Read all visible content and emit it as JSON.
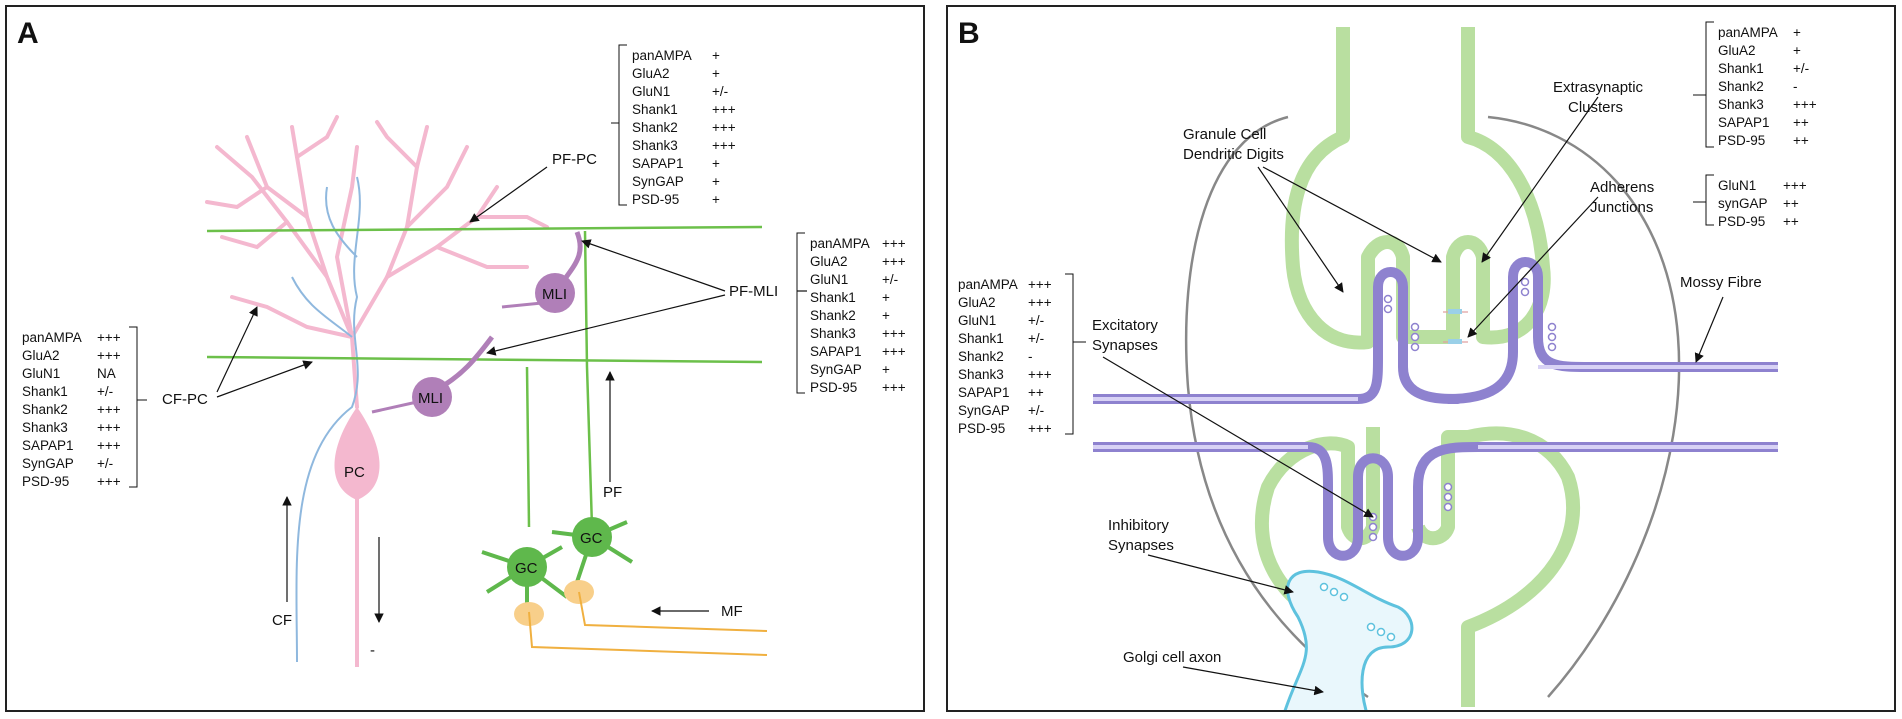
{
  "panel_a": {
    "letter": "A",
    "pc": "PC",
    "mli_upper": "MLI",
    "mli_lower": "MLI",
    "gc_left": "GC",
    "gc_right": "GC",
    "label_pfpc": "PF-PC",
    "label_pfmli": "PF-MLI",
    "label_cfpc": "CF-PC",
    "label_pf": "PF",
    "label_cf": "CF",
    "label_mf": "MF",
    "label_minus": "-",
    "table_pfpc": [
      {
        "name": "panAMPA",
        "val": "+"
      },
      {
        "name": "GluA2",
        "val": "+"
      },
      {
        "name": "GluN1",
        "val": "+/-"
      },
      {
        "name": "Shank1",
        "val": "+++"
      },
      {
        "name": "Shank2",
        "val": "+++"
      },
      {
        "name": "Shank3",
        "val": "+++"
      },
      {
        "name": "SAPAP1",
        "val": "+"
      },
      {
        "name": "SynGAP",
        "val": "+"
      },
      {
        "name": "PSD-95",
        "val": "+"
      }
    ],
    "table_pfmli": [
      {
        "name": "panAMPA",
        "val": "+++"
      },
      {
        "name": "GluA2",
        "val": "+++"
      },
      {
        "name": "GluN1",
        "val": "+/-"
      },
      {
        "name": "Shank1",
        "val": "+"
      },
      {
        "name": "Shank2",
        "val": "+"
      },
      {
        "name": "Shank3",
        "val": "+++"
      },
      {
        "name": "SAPAP1",
        "val": "+++"
      },
      {
        "name": "SynGAP",
        "val": "+"
      },
      {
        "name": "PSD-95",
        "val": "+++"
      }
    ],
    "table_cfpc": [
      {
        "name": "panAMPA",
        "val": "+++"
      },
      {
        "name": "GluA2",
        "val": "+++"
      },
      {
        "name": "GluN1",
        "val": "NA"
      },
      {
        "name": "Shank1",
        "val": "+/-"
      },
      {
        "name": "Shank2",
        "val": "+++"
      },
      {
        "name": "Shank3",
        "val": "+++"
      },
      {
        "name": "SAPAP1",
        "val": "+++"
      },
      {
        "name": "SynGAP",
        "val": "+/-"
      },
      {
        "name": "PSD-95",
        "val": "+++"
      }
    ]
  },
  "panel_b": {
    "letter": "B",
    "label_granule_line1": "Granule Cell",
    "label_granule_line2": "Dendritic Digits",
    "label_extra_line1": "Extrasynaptic",
    "label_extra_line2": "Clusters",
    "label_adherens_line1": "Adherens",
    "label_adherens_line2": "Junctions",
    "label_mossy": "Mossy Fibre",
    "label_excit_line1": "Excitatory",
    "label_excit_line2": "Synapses",
    "label_inhib_line1": "Inhibitory",
    "label_inhib_line2": "Synapses",
    "label_golgi": "Golgi cell axon",
    "table_extra": [
      {
        "name": "panAMPA",
        "val": "+"
      },
      {
        "name": "GluA2",
        "val": "+"
      },
      {
        "name": "Shank1",
        "val": "+/-"
      },
      {
        "name": "Shank2",
        "val": "-"
      },
      {
        "name": "Shank3",
        "val": "+++"
      },
      {
        "name": "SAPAP1",
        "val": "++"
      },
      {
        "name": "PSD-95",
        "val": "++"
      }
    ],
    "table_adherens": [
      {
        "name": "GluN1",
        "val": "+++"
      },
      {
        "name": "synGAP",
        "val": "++"
      },
      {
        "name": "PSD-95",
        "val": "++"
      }
    ],
    "table_excit": [
      {
        "name": "panAMPA",
        "val": "+++"
      },
      {
        "name": "GluA2",
        "val": "+++"
      },
      {
        "name": "GluN1",
        "val": "+/-"
      },
      {
        "name": "Shank1",
        "val": "+/-"
      },
      {
        "name": "Shank2",
        "val": "-"
      },
      {
        "name": "Shank3",
        "val": "+++"
      },
      {
        "name": "SAPAP1",
        "val": "++"
      },
      {
        "name": "SynGAP",
        "val": "+/-"
      },
      {
        "name": "PSD-95",
        "val": "+++"
      }
    ]
  },
  "colors": {
    "purkinje": "#f4b8cf",
    "climbing_fibre": "#8fb8de",
    "parallel_fibre": "#6cc04a",
    "granule_cell": "#5fb84c",
    "mli": "#b07fb8",
    "mossy_fibre": "#f0b040",
    "glomerulus_mossy": "#8e82cf",
    "dendrite": "#b9dfa0",
    "golgi": "#5ec2de"
  }
}
